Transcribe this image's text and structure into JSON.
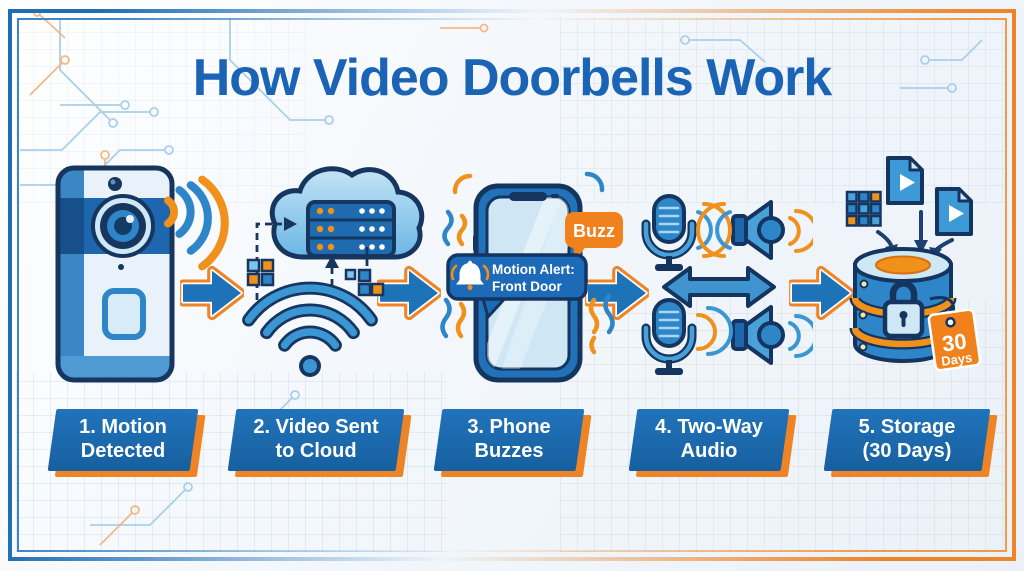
{
  "title": "How Video Doorbells Work",
  "steps": [
    {
      "num": "1",
      "label_line1": "1. Motion",
      "label_line2": "Detected",
      "icon": "video-doorbell-icon"
    },
    {
      "num": "2",
      "label_line1": "2. Video Sent",
      "label_line2": "to Cloud",
      "icon": "cloud-server-wifi-icon"
    },
    {
      "num": "3",
      "label_line1": "3. Phone",
      "label_line2": "Buzzes",
      "icon": "smartphone-alert-icon"
    },
    {
      "num": "4",
      "label_line1": "4. Two-Way",
      "label_line2": "Audio",
      "icon": "microphone-speaker-icon"
    },
    {
      "num": "5",
      "label_line1": "5. Storage",
      "label_line2": "(30 Days)",
      "icon": "database-lock-icon"
    }
  ],
  "phone": {
    "alert_line1": "Motion Alert:",
    "alert_line2": "Front Door",
    "buzz_label": "Buzz"
  },
  "storage_tag": {
    "value": "30",
    "unit": "Days"
  },
  "colors": {
    "title_blue": "#1a63b5",
    "primary_blue": "#1e72b8",
    "mid_blue": "#2e86c9",
    "light_blue": "#cfe8f5",
    "dark_navy": "#14355f",
    "accent_orange": "#f0911c",
    "arrow_orange": "#ef8426",
    "label_blue": "#1d6ab8"
  }
}
